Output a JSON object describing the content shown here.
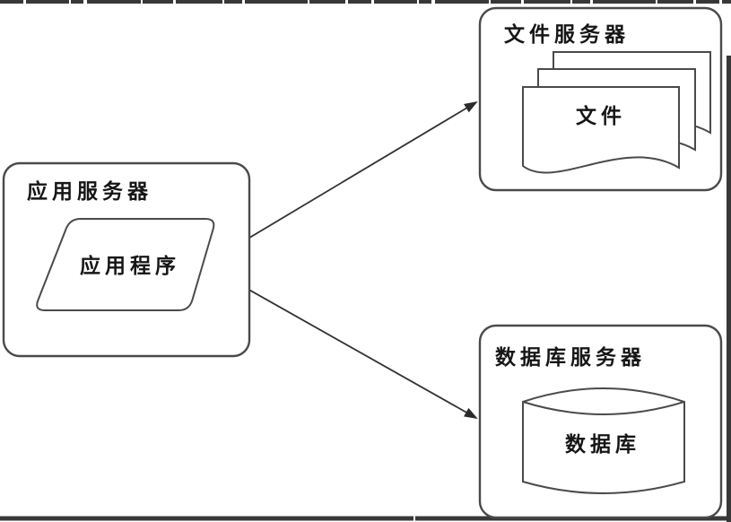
{
  "diagram": {
    "nodes": {
      "app_server": {
        "label": "应用服务器",
        "shape": "rounded-rectangle",
        "role": "container"
      },
      "application": {
        "label": "应用程序",
        "shape": "parallelogram",
        "parent": "app_server"
      },
      "file_server": {
        "label": "文件服务器",
        "shape": "rounded-rectangle",
        "role": "container"
      },
      "file": {
        "label": "文件",
        "shape": "document-stack",
        "parent": "file_server"
      },
      "db_server": {
        "label": "数据库服务器",
        "shape": "rounded-rectangle",
        "role": "container"
      },
      "database": {
        "label": "数据库",
        "shape": "cylinder",
        "parent": "db_server"
      }
    },
    "edges": [
      {
        "from": "application",
        "to": "file_server",
        "style": "arrow"
      },
      {
        "from": "application",
        "to": "db_server",
        "style": "arrow"
      }
    ],
    "colors": {
      "shape_stroke": "#4a4a4a",
      "edge_line": "#323232",
      "text": "#161616",
      "background": "#ffffff",
      "scan_edge": "#383838"
    }
  }
}
